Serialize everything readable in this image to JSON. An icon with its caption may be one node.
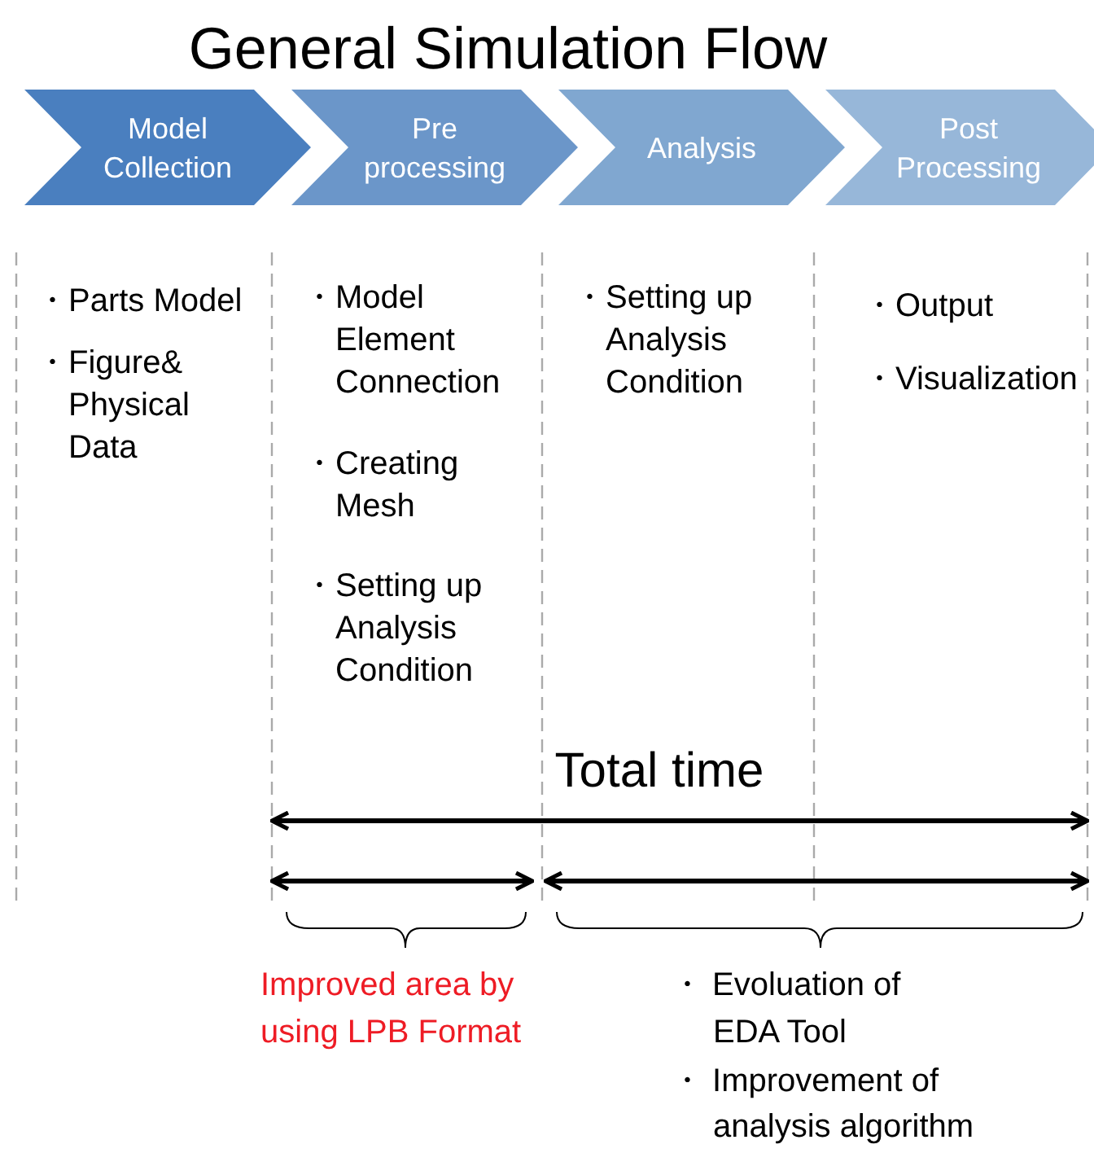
{
  "diagram": {
    "title": "General Simulation Flow",
    "nodes": [
      {
        "text": [
          "Model Collection"
        ]
      },
      {
        "text": [
          "Pre processing"
        ]
      },
      {
        "text": [
          "Analysis"
        ]
      },
      {
        "text": [
          "Post Processing"
        ]
      }
    ],
    "labels": [
      "・Parts Model",
      "・Figure& Physical Data",
      "・Model Element Connection",
      "・Creating Mesh",
      "・Setting up Analysis Condition",
      "・Setting up Analysis Condition",
      "・Output",
      "・Visualization",
      "Total time",
      "Improved area by using LPB Format",
      "・ Evoluation of EDA Tool",
      "・ Improvement of analysis algorithm"
    ]
  }
}
